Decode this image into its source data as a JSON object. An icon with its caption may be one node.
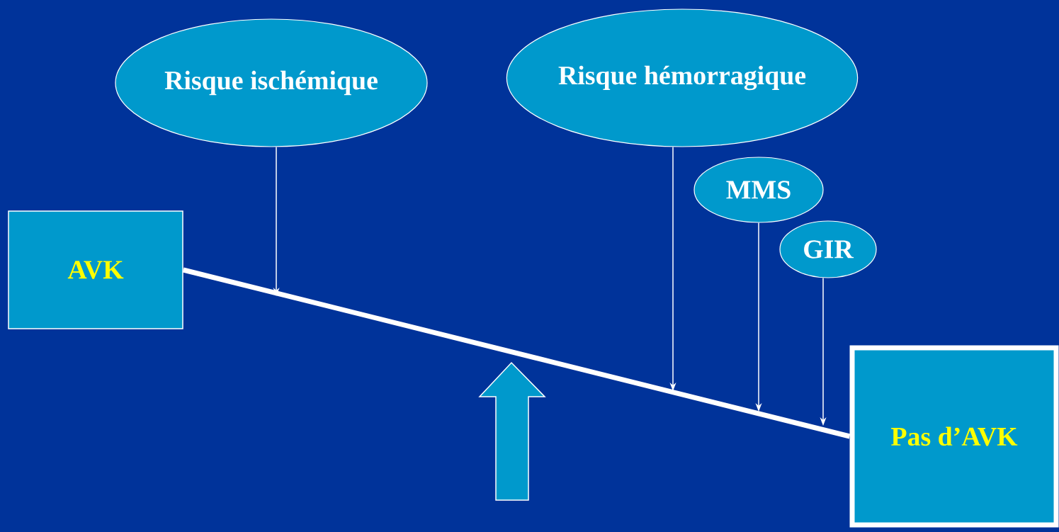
{
  "diagram": {
    "nodes": [
      {
        "text": [
          "AVK"
        ]
      },
      {
        "text": [
          "Pas d’AVK"
        ]
      },
      {
        "text": [
          "Risque ischémique"
        ]
      },
      {
        "text": [
          "Risque hémorragique"
        ]
      },
      {
        "text": [
          "MMS"
        ]
      },
      {
        "text": [
          "GIR"
        ]
      }
    ],
    "edges": [
      {
        "from": 0,
        "to": 1,
        "arrow": "none",
        "style": "thick"
      },
      {
        "from": 2,
        "to": null,
        "arrow": "to"
      },
      {
        "from": 3,
        "to": null,
        "arrow": "to"
      },
      {
        "from": 4,
        "to": null,
        "arrow": "to"
      },
      {
        "from": 5,
        "to": null,
        "arrow": "to"
      }
    ]
  }
}
